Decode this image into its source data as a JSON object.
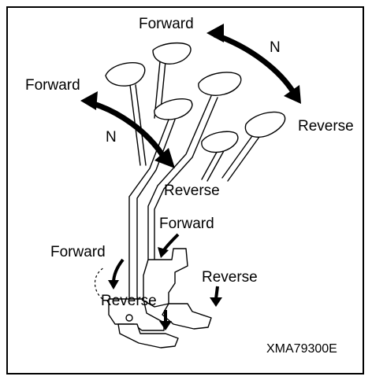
{
  "labels": {
    "forward_top": "Forward",
    "n_right": "N",
    "reverse_right": "Reverse",
    "forward_left": "Forward",
    "n_left": "N",
    "reverse_mid": "Reverse",
    "forward_pedal_right": "Forward",
    "forward_pedal_left": "Forward",
    "reverse_pedal_right": "Reverse",
    "reverse_pedal_left": "Reverse",
    "figure_code": "XMA79300E"
  }
}
